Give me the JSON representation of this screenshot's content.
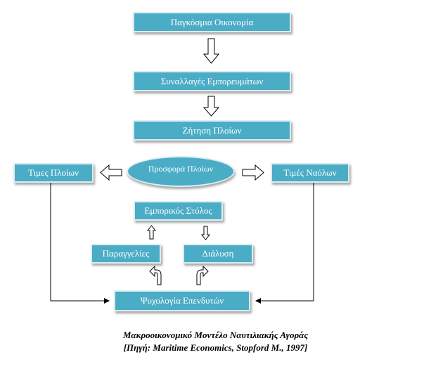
{
  "nodes": {
    "world_economy": "Παγκόσμια Οικονομία",
    "seaborne_trade": "Συναλλαγές Εμπορευμάτων",
    "ship_demand": "Ζήτηση Πλοίων",
    "ship_supply": "Προσφορά Πλοίων",
    "ship_prices": "Τιμες Πλοίων",
    "freight_rates": "Τιμές Ναύλων",
    "merchant_fleet": "Εμπορικός Στόλος",
    "orders": "Παραγγελίες",
    "scrapping": "Διάλυση",
    "investor_psychology": "Ψυχολογία Επενδυτών"
  },
  "caption": {
    "title": "Μακροοικονομικό Μοντέλο Ναυτιλιακής Αγοράς",
    "source": "[Πηγή: Maritime Economics, Stopford M., 1997]"
  },
  "colors": {
    "box": "#4bacc6",
    "border": "#dbeef3"
  }
}
